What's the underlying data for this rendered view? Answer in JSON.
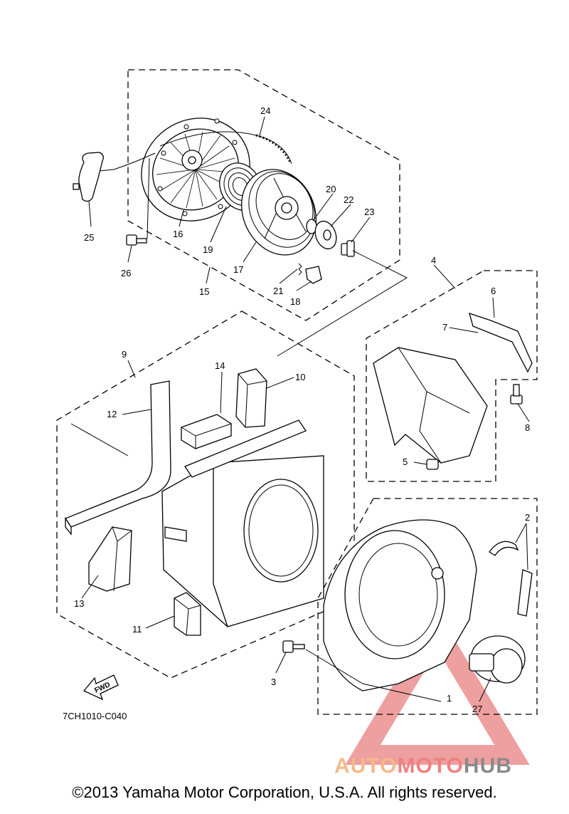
{
  "callouts": {
    "c1": "1",
    "c2": "2",
    "c3": "3",
    "c4": "4",
    "c5": "5",
    "c6": "6",
    "c7": "7",
    "c8": "8",
    "c9": "9",
    "c10": "10",
    "c11": "11",
    "c12": "12",
    "c13": "13",
    "c14": "14",
    "c15": "15",
    "c16": "16",
    "c17": "17",
    "c18": "18",
    "c19": "19",
    "c20": "20",
    "c21": "21",
    "c22": "22",
    "c23": "23",
    "c24": "24",
    "c25": "25",
    "c26": "26",
    "c27": "27"
  },
  "fwd_label": "FWD",
  "diagram_code": "7CH1010-C040",
  "watermark": {
    "part1": "AUTO",
    "part2": "MOTO",
    "part3": "HUB",
    "color1": "#f5b98a",
    "color2": "#f08080",
    "color3": "#8a8a8a"
  },
  "copyright": "©2013 Yamaha Motor Corporation, U.S.A. All rights reserved."
}
